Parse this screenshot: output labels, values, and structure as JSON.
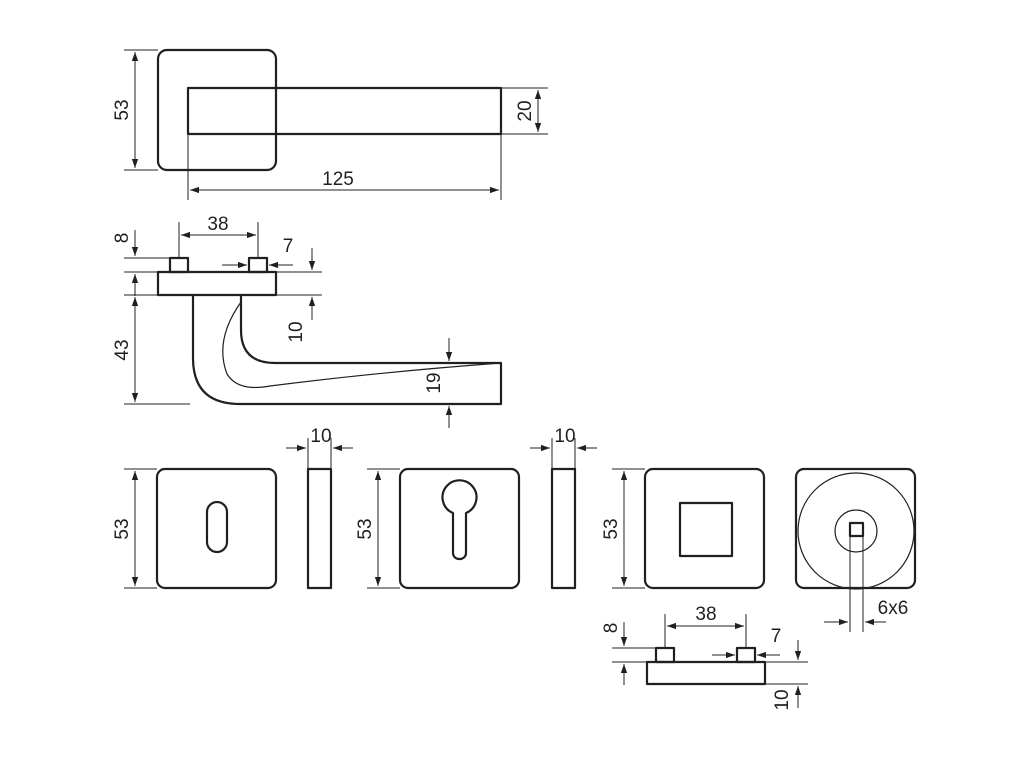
{
  "colors": {
    "ink": "#231f20",
    "background": "#ffffff"
  },
  "top_view": {
    "rose_height": "53",
    "lever_height": "20",
    "lever_length": "125"
  },
  "side_view": {
    "pin_spacing": "38",
    "pin_height": "8",
    "pin_width": "7",
    "rose_thickness": "10",
    "lever_offset": "43",
    "grip_thickness": "19"
  },
  "roses": {
    "keyhole_rose_size": "53",
    "keyhole_rose_thickness": "10",
    "cylinder_rose_size": "53",
    "cylinder_rose_thickness": "10",
    "blank_rose_size": "53",
    "spindle_size": "6x6"
  },
  "bottom_side_view": {
    "pin_spacing": "38",
    "pin_height": "8",
    "pin_width": "7",
    "rose_thickness": "10"
  }
}
